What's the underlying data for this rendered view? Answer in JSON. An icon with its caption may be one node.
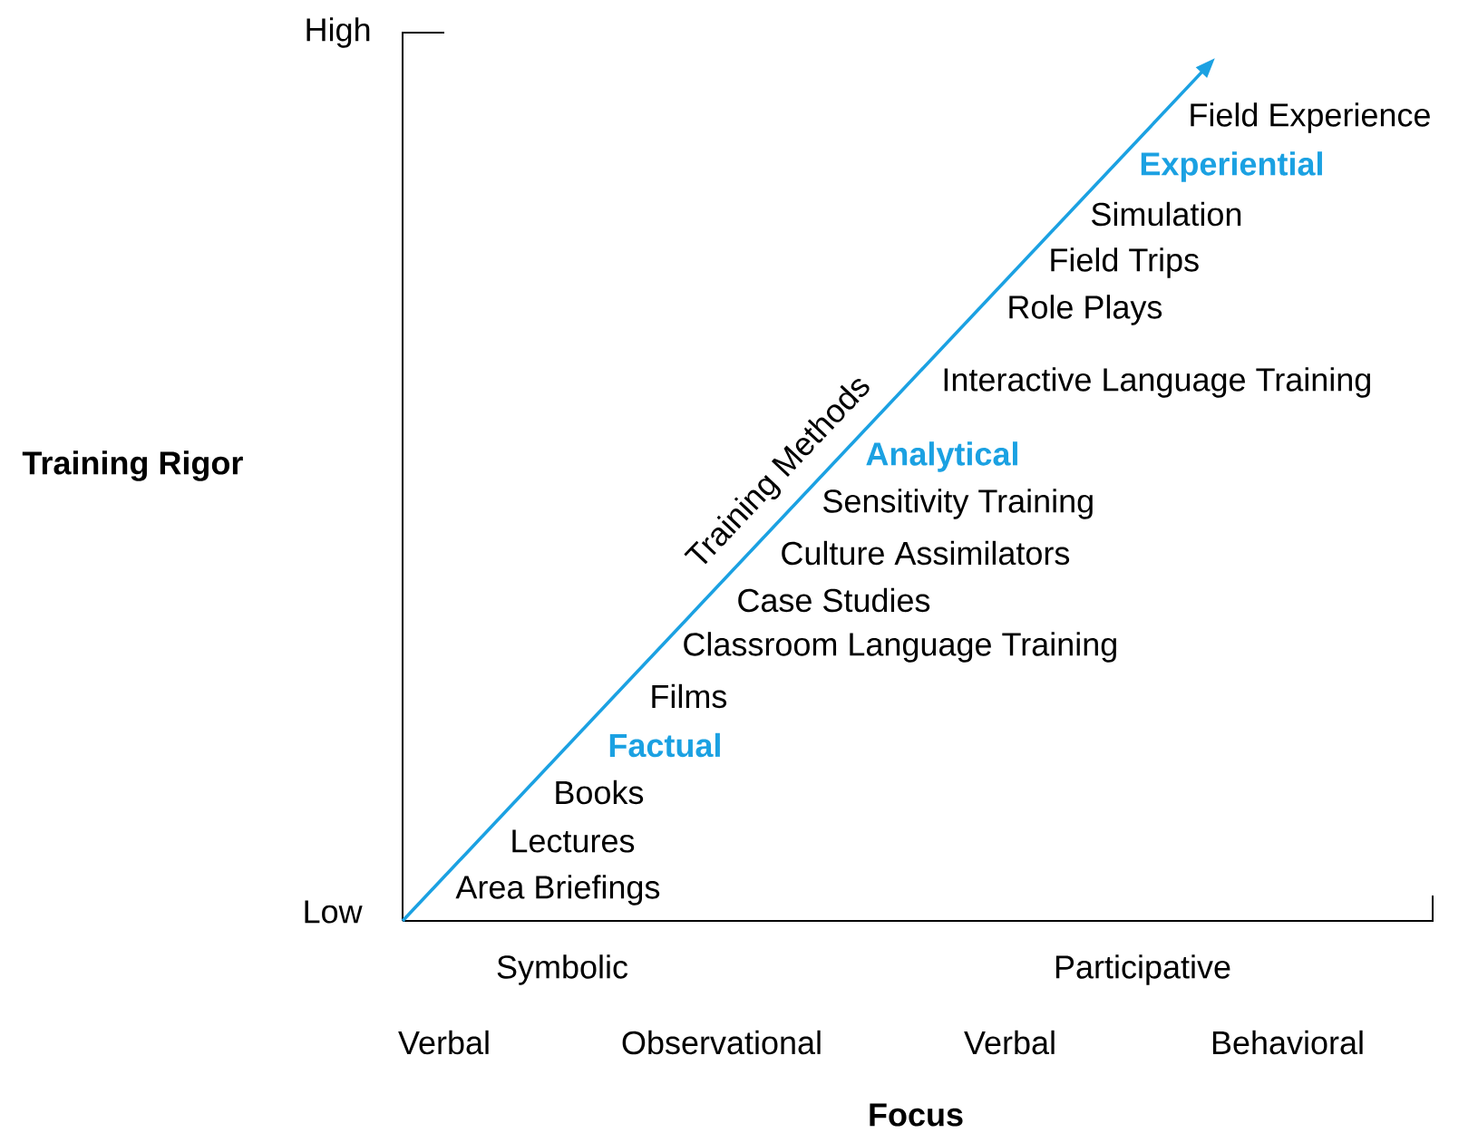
{
  "diagram": {
    "labels": [
      "High",
      "Field Experience",
      "Experiential",
      "Simulation",
      "Field Trips",
      "Role Plays",
      "Training Methods",
      "Interactive Language Training",
      "Training Rigor",
      "Analytical",
      "Sensitivity Training",
      "Culture Assimilators",
      "Case Studies",
      "Classroom Language Training",
      "Films",
      "Factual",
      "Books",
      "Lectures",
      "Area Briefings",
      "Low",
      "Symbolic",
      "Participative",
      "Verbal",
      "Observational",
      "Verbal",
      "Behavioral",
      "Focus"
    ]
  }
}
